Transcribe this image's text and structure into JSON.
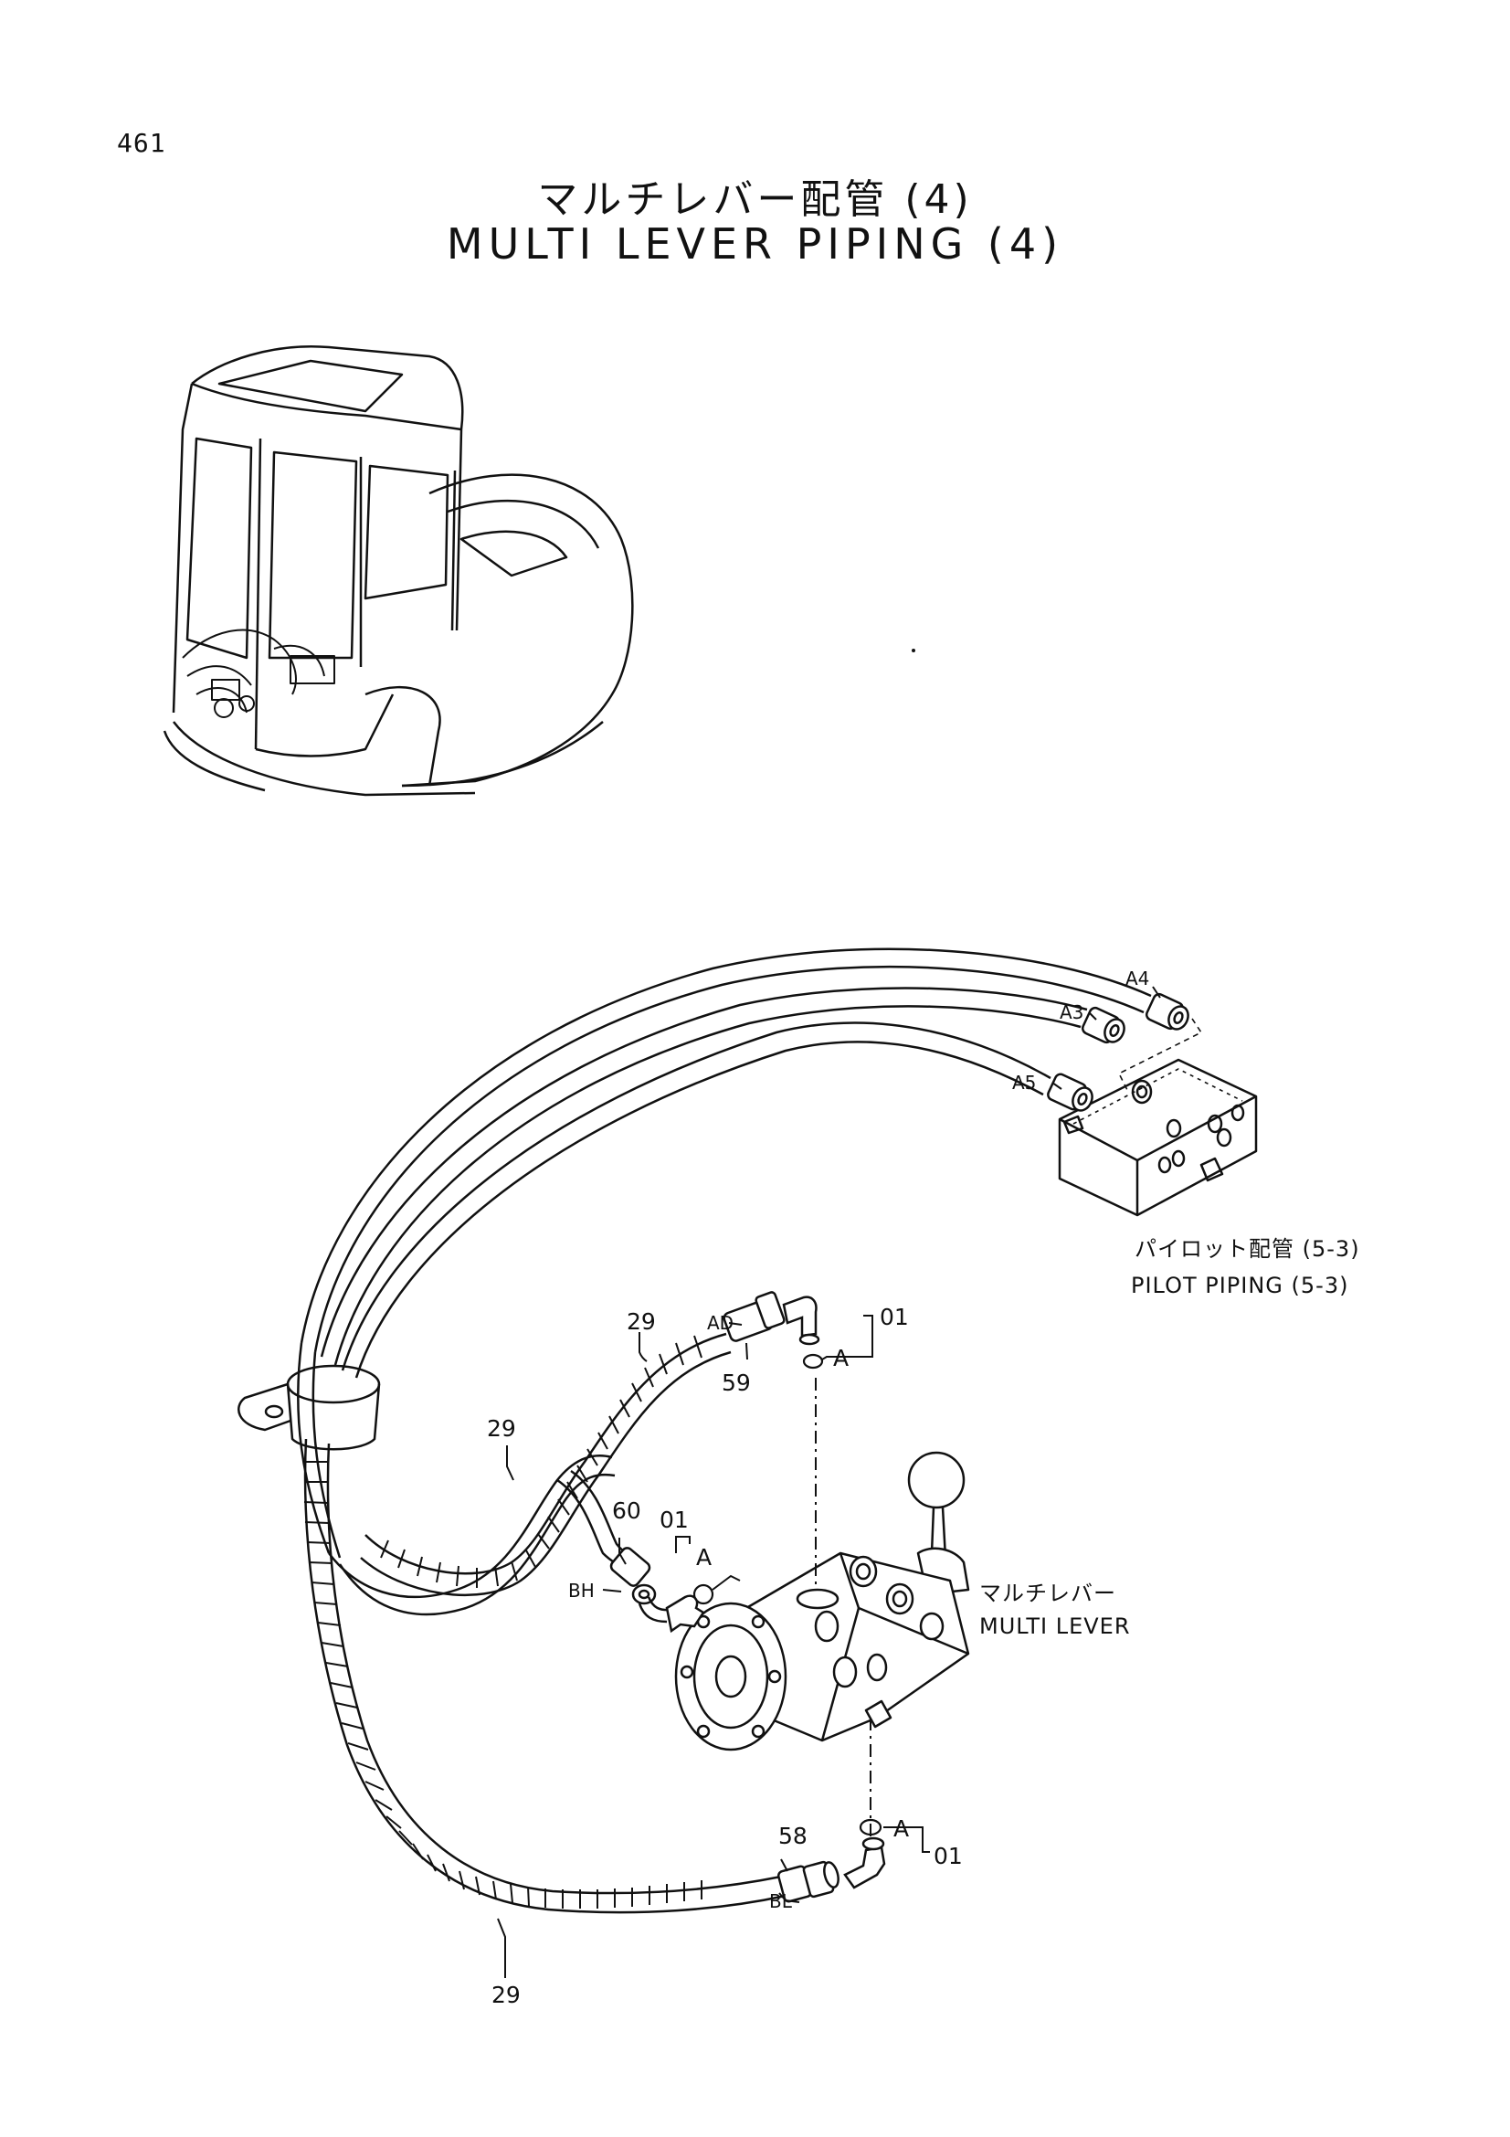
{
  "page": {
    "number": "461",
    "title_jp": "マルチレバー配管 (4)",
    "title_en": "MULTI LEVER PIPING (4)"
  },
  "callouts": {
    "a4": "A4",
    "a3": "A3",
    "a5": "A5",
    "ad": "AD",
    "bh": "BH",
    "bl": "BL",
    "a_top": "A",
    "a_mid": "A",
    "a_bot": "A",
    "p01_top": "01",
    "p01_mid": "01",
    "p01_bot": "01",
    "p29_a": "29",
    "p29_b": "29",
    "p29_c": "29",
    "p59": "59",
    "p60": "60",
    "p58": "58"
  },
  "captions": {
    "pilot_jp": "パイロット配管 (5-3)",
    "pilot_en": "PILOT PIPING (5-3)",
    "lever_jp": "マルチレバー",
    "lever_en": "MULTI LEVER"
  }
}
